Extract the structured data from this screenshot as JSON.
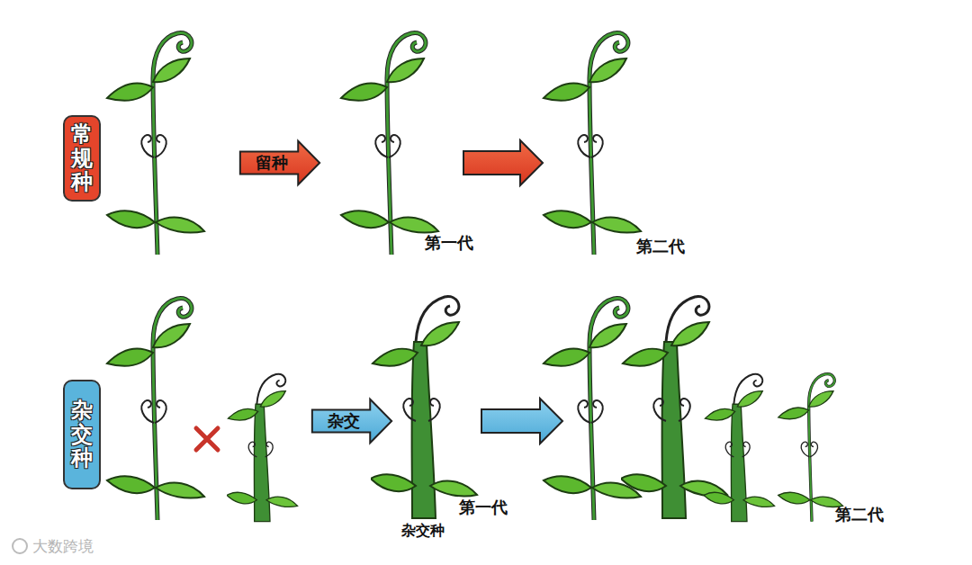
{
  "diagram": {
    "nodes": [
      {
        "text": [
          "常规种"
        ]
      },
      {
        "text": [
          "留种"
        ]
      },
      {
        "text": [
          "杂交种"
        ]
      },
      {
        "text": [
          "杂交"
        ]
      }
    ],
    "labels": [
      "第一代",
      "第二代",
      "第一代",
      "杂交种",
      "第二代",
      "大数跨境"
    ]
  }
}
